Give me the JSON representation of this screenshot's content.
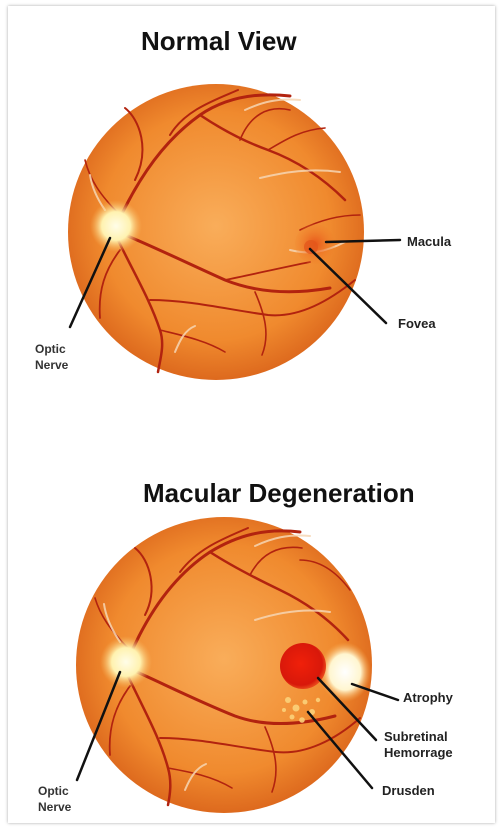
{
  "panels": {
    "normal": {
      "title": "Normal View",
      "labels": {
        "macula": "Macula",
        "fovea": "Fovea",
        "optic_nerve_line1": "Optic",
        "optic_nerve_line2": "Nerve"
      }
    },
    "degeneration": {
      "title": "Macular Degeneration",
      "labels": {
        "atrophy": "Atrophy",
        "hemorrhage_line1": "Subretinal",
        "hemorrhage_line2": "Hemorrage",
        "drusden": "Drusden",
        "optic_nerve_line1": "Optic",
        "optic_nerve_line2": "Nerve"
      }
    }
  },
  "colors": {
    "retina_outer": "#e0701f",
    "retina_inner": "#f7a24a",
    "vessel": "#b2230f",
    "optic_disc": "#fff6c8",
    "hemorrhage": "#e01a08",
    "atrophy": "#fffbe8",
    "leader_line": "#111111"
  }
}
